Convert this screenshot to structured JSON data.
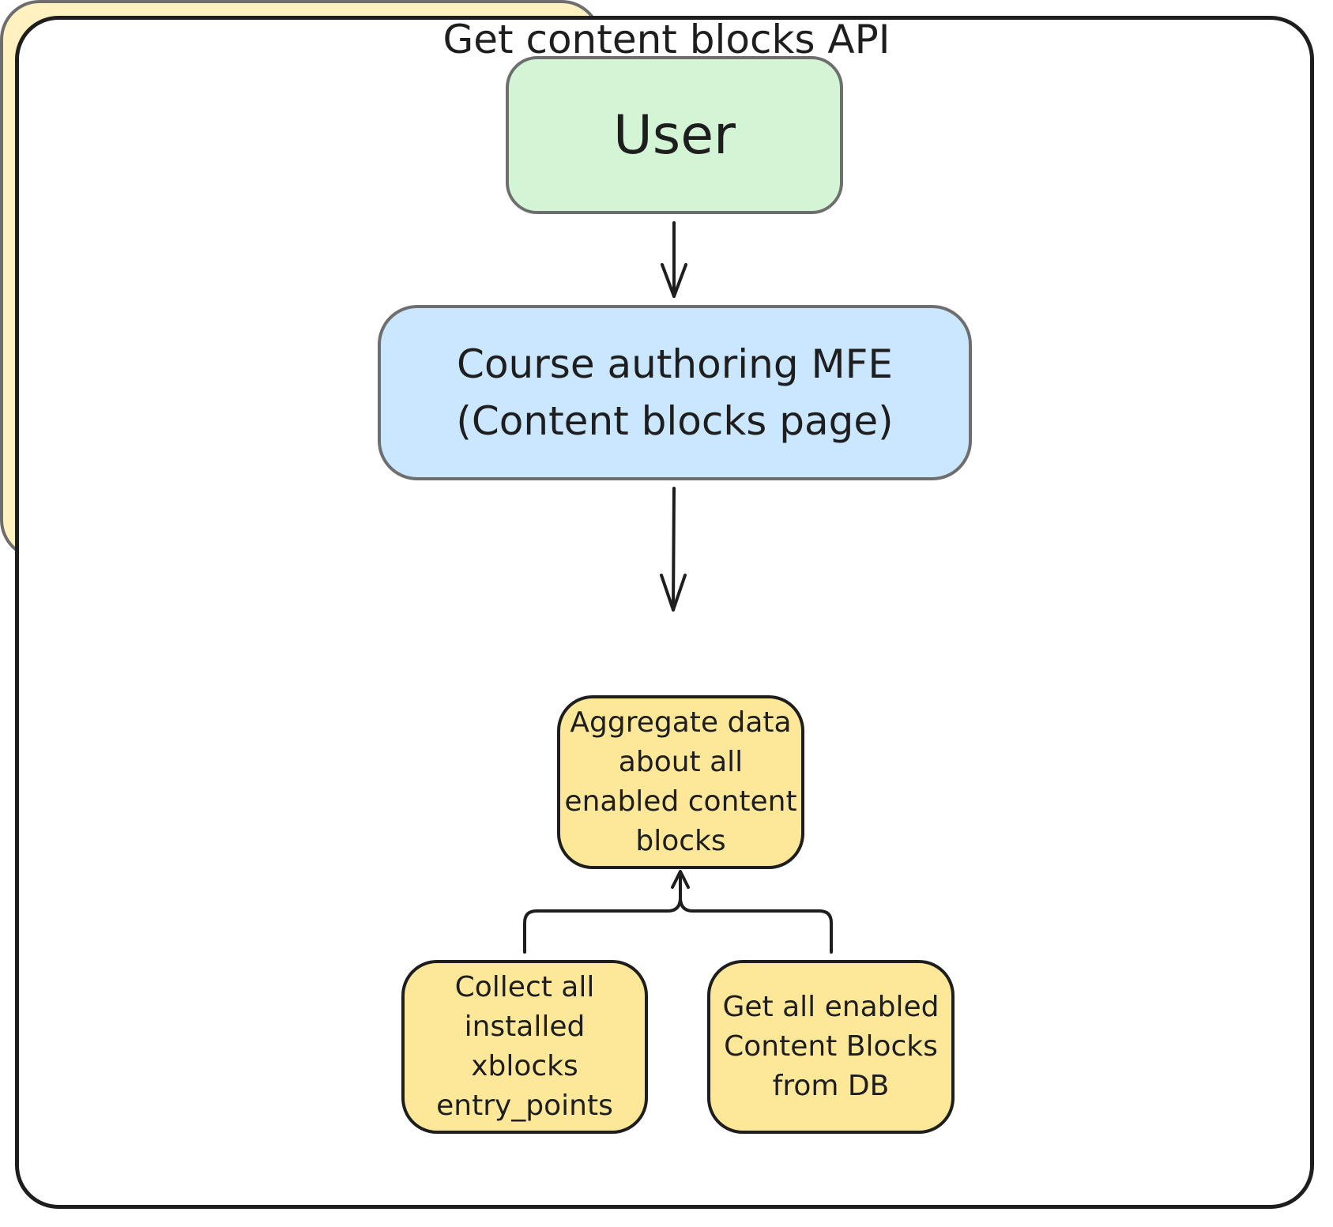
{
  "nodes": {
    "user": "User",
    "mfe": "Course authoring MFE\n(Content blocks page)",
    "api_title": "Get content blocks API",
    "aggregate": "Aggregate data\nabout all\nenabled content\nblocks",
    "collect": "Collect all\ninstalled\nxblocks\nentry_points",
    "get_all": "Get all enabled\nContent Blocks\nfrom  DB"
  },
  "colors": {
    "user_fill": "#d3f5d6",
    "mfe_fill": "#cbe6ff",
    "api_fill": "#fff2c0",
    "inner_fill": "#fde89a",
    "stroke": "#1e1e1e"
  }
}
